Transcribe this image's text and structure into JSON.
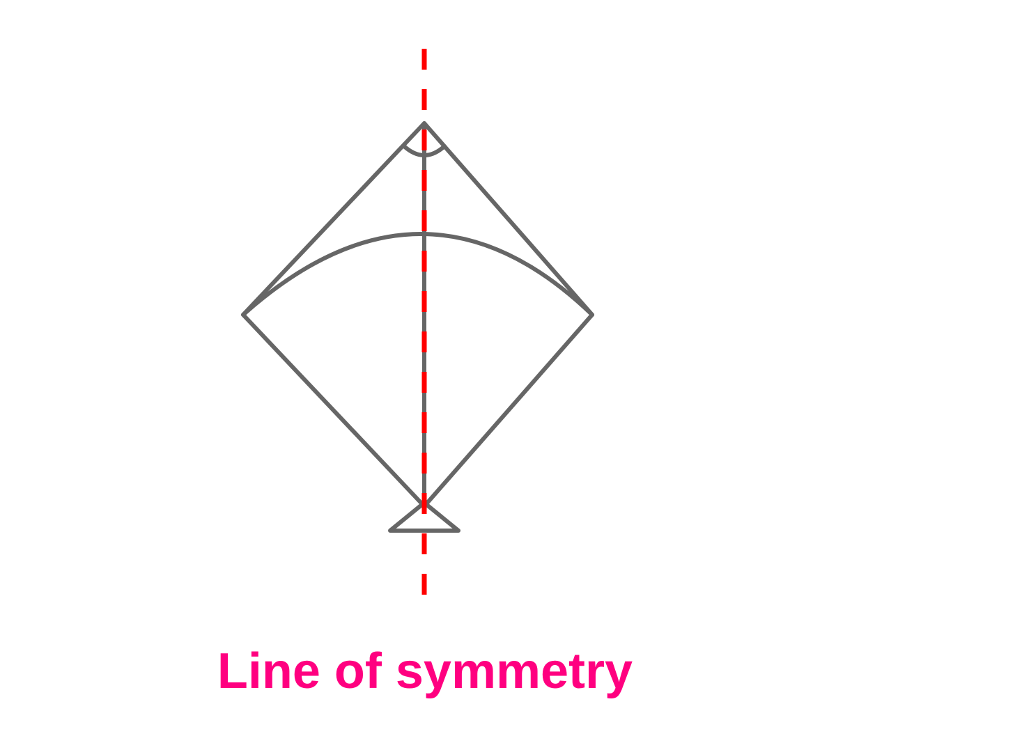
{
  "caption": "Line of symmetry",
  "colors": {
    "kite_stroke": "#666666",
    "symmetry_line": "#ff0000",
    "caption": "#ff0080",
    "background": "#ffffff"
  },
  "shapes": {
    "kite": "kite with curved bow spar, vertical spine, top angle arc and tail triangle",
    "axis": "vertical dashed line through the kite's spine"
  }
}
